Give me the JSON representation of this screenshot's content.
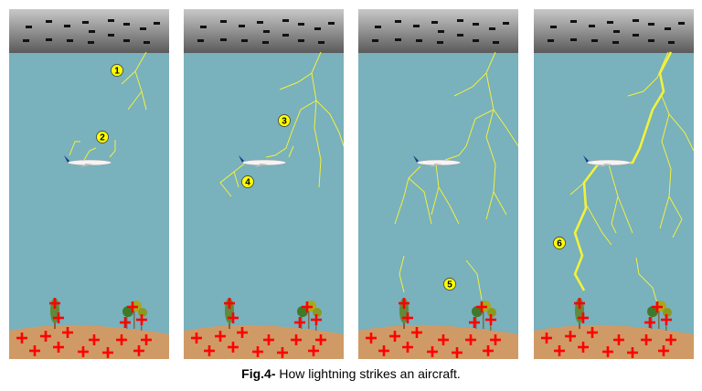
{
  "figure": {
    "caption_label": "Fig.4-",
    "caption_text": " How lightning strikes an aircraft."
  },
  "panels": [
    {
      "step_labels": [
        "1",
        "2"
      ]
    },
    {
      "step_labels": [
        "3",
        "4"
      ]
    },
    {
      "step_labels": [
        "5"
      ]
    },
    {
      "step_labels": [
        "6"
      ]
    }
  ],
  "colors": {
    "sky": "#79b1bd",
    "cloud_top": "#c8c8c8",
    "cloud_bottom": "#5a5a5a",
    "ground": "#d09a66",
    "lightning": "#f2f23a",
    "positive_charge": "#ff0000",
    "label_fill": "#ffff00"
  }
}
